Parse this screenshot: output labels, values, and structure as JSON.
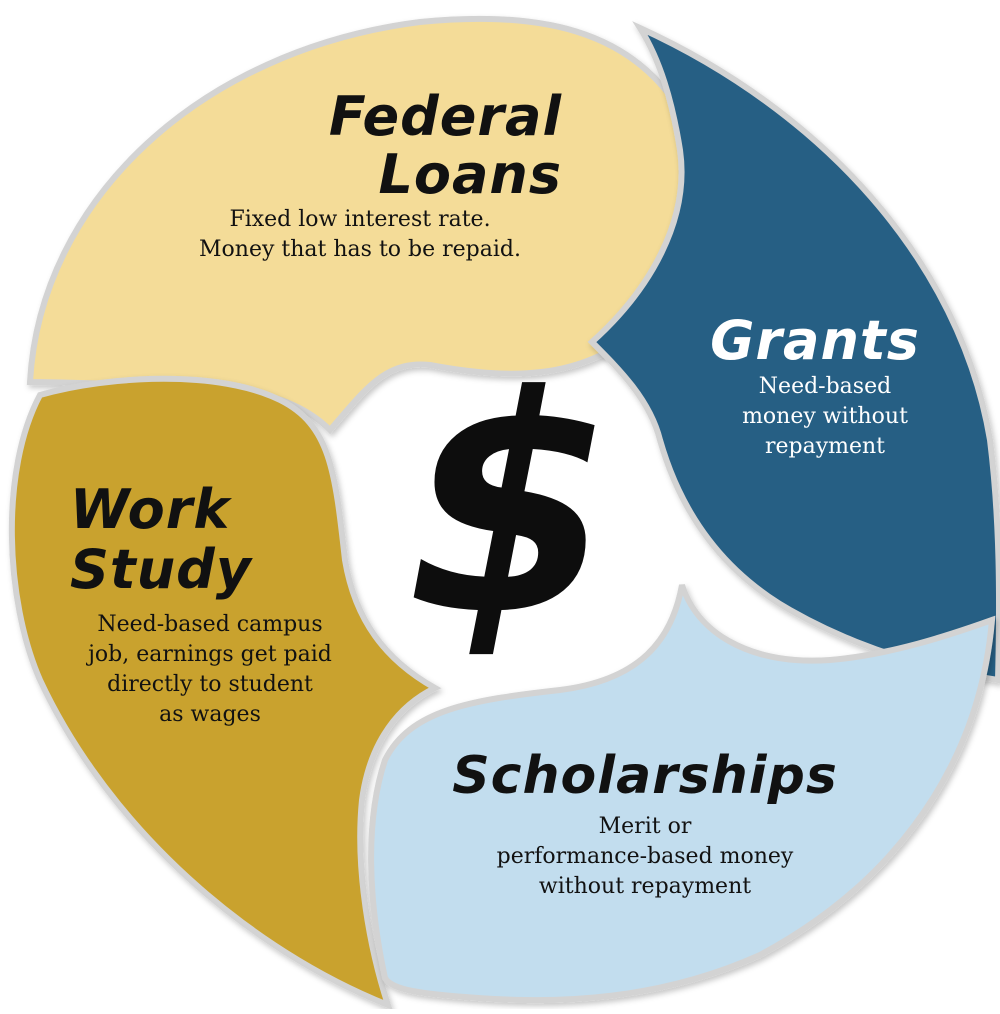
{
  "colors": {
    "federal_loans": "#f4dc98",
    "grants": "#275e84",
    "work_study": "#c9a22e",
    "scholarships": "#c2ddee",
    "dollar": "#0d0d0d",
    "outline": "#d3d3d3"
  },
  "segments": {
    "federal_loans": {
      "title_line1": "Federal",
      "title_line2": "Loans",
      "desc_line1": "Fixed low interest rate.",
      "desc_line2": "Money that has to be repaid."
    },
    "grants": {
      "title": "Grants",
      "desc_line1": "Need-based",
      "desc_line2": "money without",
      "desc_line3": "repayment"
    },
    "work_study": {
      "title_line1": "Work",
      "title_line2": "Study",
      "desc_line1": "Need-based campus",
      "desc_line2": "job, earnings get paid",
      "desc_line3": "directly to student",
      "desc_line4": "as wages"
    },
    "scholarships": {
      "title": "Scholarships",
      "desc_line1": "Merit or",
      "desc_line2": "performance-based money",
      "desc_line3": "without repayment"
    }
  },
  "center": {
    "symbol": "$"
  }
}
